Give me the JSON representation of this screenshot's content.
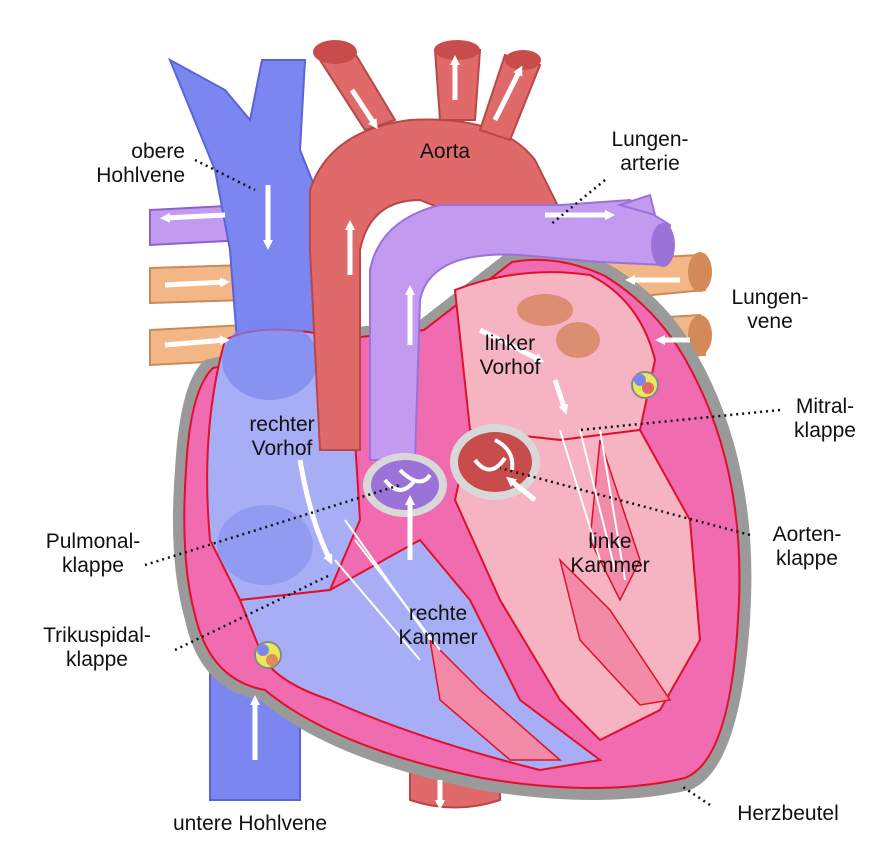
{
  "diagram": {
    "labels": {
      "obere_hohlvene": [
        "obere",
        "Hohlvene"
      ],
      "aorta": [
        "Aorta"
      ],
      "lungenarterie": [
        "Lungen-",
        "arterie"
      ],
      "lungenvene": [
        "Lungen-",
        "vene"
      ],
      "linker_vorhof": [
        "linker",
        "Vorhof"
      ],
      "rechter_vorhof": [
        "rechter",
        "Vorhof"
      ],
      "mitralklappe": [
        "Mitral-",
        "klappe"
      ],
      "pulmonalklappe": [
        "Pulmonal-",
        "klappe"
      ],
      "aortenklappe": [
        "Aorten-",
        "klappe"
      ],
      "linke_kammer": [
        "linke",
        "Kammer"
      ],
      "trikuspidalklappe": [
        "Trikuspidal-",
        "klappe"
      ],
      "rechte_kammer": [
        "rechte",
        "Kammer"
      ],
      "untere_hohlvene": [
        "untere Hohlvene"
      ],
      "herzbeutel": [
        "Herzbeutel"
      ]
    },
    "colors": {
      "vein_blue": "#7b86f0",
      "vein_blue_dark": "#5b63d8",
      "atrium_blue": "#a7aef5",
      "aorta_red": "#e06a6a",
      "aorta_dark": "#c84c4c",
      "pulmonary_purple": "#c29af0",
      "pulmonary_dark": "#9a72d8",
      "lung_vein_tan": "#f3b787",
      "left_chamber_pink": "#f49bb5",
      "ventricle_magenta": "#f06bb0",
      "pericardium_gray": "#9a9a9a",
      "outline_red": "#e0102a"
    }
  }
}
